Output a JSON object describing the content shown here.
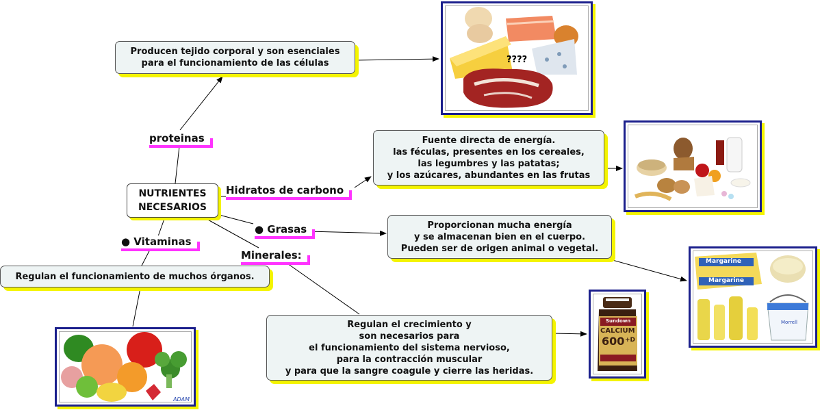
{
  "center": {
    "line1": "NUTRIENTES",
    "line2": "NECESARIOS"
  },
  "labels": {
    "proteinas": "proteinas",
    "hidratos": "Hidratos de  carbono",
    "grasas": "● Grasas",
    "vitaminas": "● Vitaminas",
    "minerales": "Minerales:"
  },
  "nodes": {
    "proteinas": {
      "lines": [
        "Producen tejido  corporal y son esenciales",
        "para el funcionamiento de las células"
      ]
    },
    "hidratos": {
      "lines": [
        "Fuente directa de  energía.",
        "las féculas, presentes en  los cereales,",
        "las legumbres y las  patatas;",
        "y los azúcares, abundantes en las frutas"
      ]
    },
    "grasas": {
      "lines": [
        "Proporcionan  mucha energía",
        "y se almacenan  bien en el cuerpo.",
        "Pueden ser de origen animal  o vegetal."
      ]
    },
    "vitaminas": {
      "lines": [
        "Regulan el funcionamiento de  muchos órganos."
      ]
    },
    "minerales": {
      "lines": [
        "Regulan el crecimiento y",
        "son  necesarios para",
        "el funcionamiento del sistema  nervioso,",
        "para  la contracción muscular",
        "y para  que  la sangre coagule y cierre  las heridas."
      ]
    }
  },
  "images": {
    "protein_caption": "????",
    "fats_label_top": "Margarine",
    "fats_label_bottom": "Margarine",
    "fats_bucket_label": "Morrell",
    "calcium_brand": "Sundown",
    "calcium_name": "CALCIUM",
    "calcium_dose": "600",
    "calcium_suffix": "+D",
    "vitamins_watermark": "ADAM"
  },
  "colors": {
    "node_shadow": "#f4f400",
    "label_underline": "#ff33ff",
    "frame_border": "#1b1f8c"
  }
}
